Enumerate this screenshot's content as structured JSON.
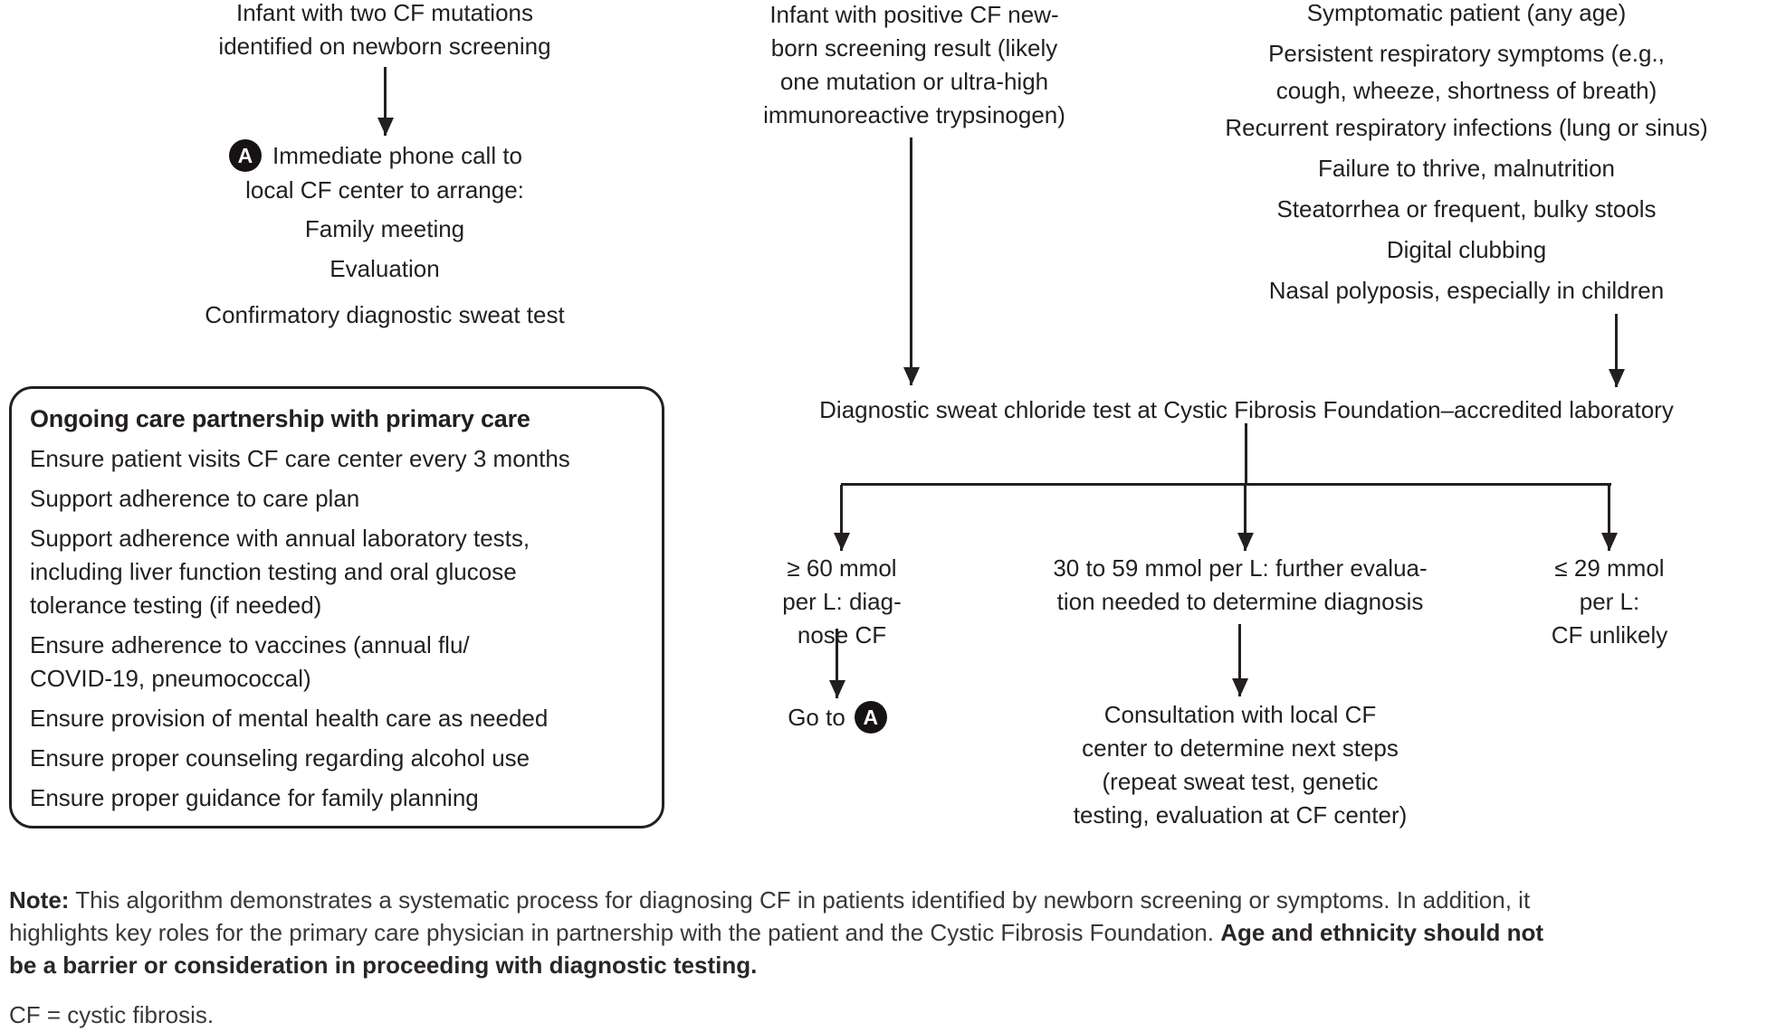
{
  "palette": {
    "ink": "#231f20",
    "note_ink": "#3b3738",
    "background": "#ffffff",
    "badge_background": "#171314",
    "badge_text": "#ffffff"
  },
  "flowchart": {
    "newborn_two_mutations": {
      "lines": [
        "Infant with two CF mutations",
        "identified on newborn screening"
      ]
    },
    "action_a": {
      "badge_label": "A",
      "line1": "Immediate phone call to",
      "line2": "local CF center to arrange:",
      "items": [
        "Family meeting",
        "Evaluation",
        "Confirmatory diagnostic sweat test"
      ]
    },
    "newborn_positive": {
      "lines": [
        "Infant with positive CF new-",
        "born screening result (likely",
        "one mutation or ultra-high",
        "immunoreactive trypsinogen)"
      ]
    },
    "symptomatic": {
      "lines": [
        "Symptomatic patient (any age)",
        "Persistent respiratory symptoms (e.g.,",
        "cough, wheeze, shortness of breath)",
        "Recurrent respiratory infections (lung or sinus)",
        "Failure to thrive, malnutrition",
        "Steatorrhea or frequent, bulky stools",
        "Digital clubbing",
        "Nasal polyposis, especially in children"
      ]
    },
    "sweat_test_label": "Diagnostic sweat chloride test at Cystic Fibrosis Foundation–accredited laboratory",
    "branch_ge60": {
      "lines": [
        "≥ 60 mmol",
        "per L: diag-",
        "nose CF"
      ],
      "goto_label": "Go to",
      "badge_label": "A"
    },
    "branch_30to59": {
      "lines": [
        "30 to 59 mmol per L: further evalua-",
        "tion needed to determine diagnosis"
      ],
      "consultation_lines": [
        "Consultation with local CF",
        "center to determine next steps",
        "(repeat sweat test, genetic",
        "testing, evaluation at CF center)"
      ]
    },
    "branch_le29": {
      "lines": [
        "≤ 29 mmol",
        "per L:",
        "CF unlikely"
      ]
    },
    "care_box": {
      "title": "Ongoing care partnership with primary care",
      "items": [
        {
          "lines": [
            "Ensure patient visits CF care center every 3 months"
          ]
        },
        {
          "lines": [
            "Support adherence to care plan"
          ]
        },
        {
          "lines": [
            "Support adherence with annual laboratory tests,",
            "including liver function testing and oral glucose",
            "tolerance testing (if needed)"
          ]
        },
        {
          "lines": [
            "Ensure adherence to vaccines (annual flu/",
            "COVID-19, pneumococcal)"
          ]
        },
        {
          "lines": [
            "Ensure provision of mental health care as needed"
          ]
        },
        {
          "lines": [
            "Ensure proper counseling regarding alcohol use"
          ]
        },
        {
          "lines": [
            "Ensure proper guidance for family planning"
          ]
        }
      ]
    }
  },
  "note": {
    "label": "Note:",
    "line1_rest": " This algorithm demonstrates a systematic process for diagnosing CF in patients identified by newborn screening or symptoms. In addition, it",
    "line2_normal": "highlights key roles for the primary care physician in partnership with the patient and the Cystic Fibrosis Foundation. ",
    "line2_bold": "Age and ethnicity should not",
    "line3_bold": "be a barrier or consideration in proceeding with diagnostic testing."
  },
  "abbreviation": "CF = cystic fibrosis."
}
